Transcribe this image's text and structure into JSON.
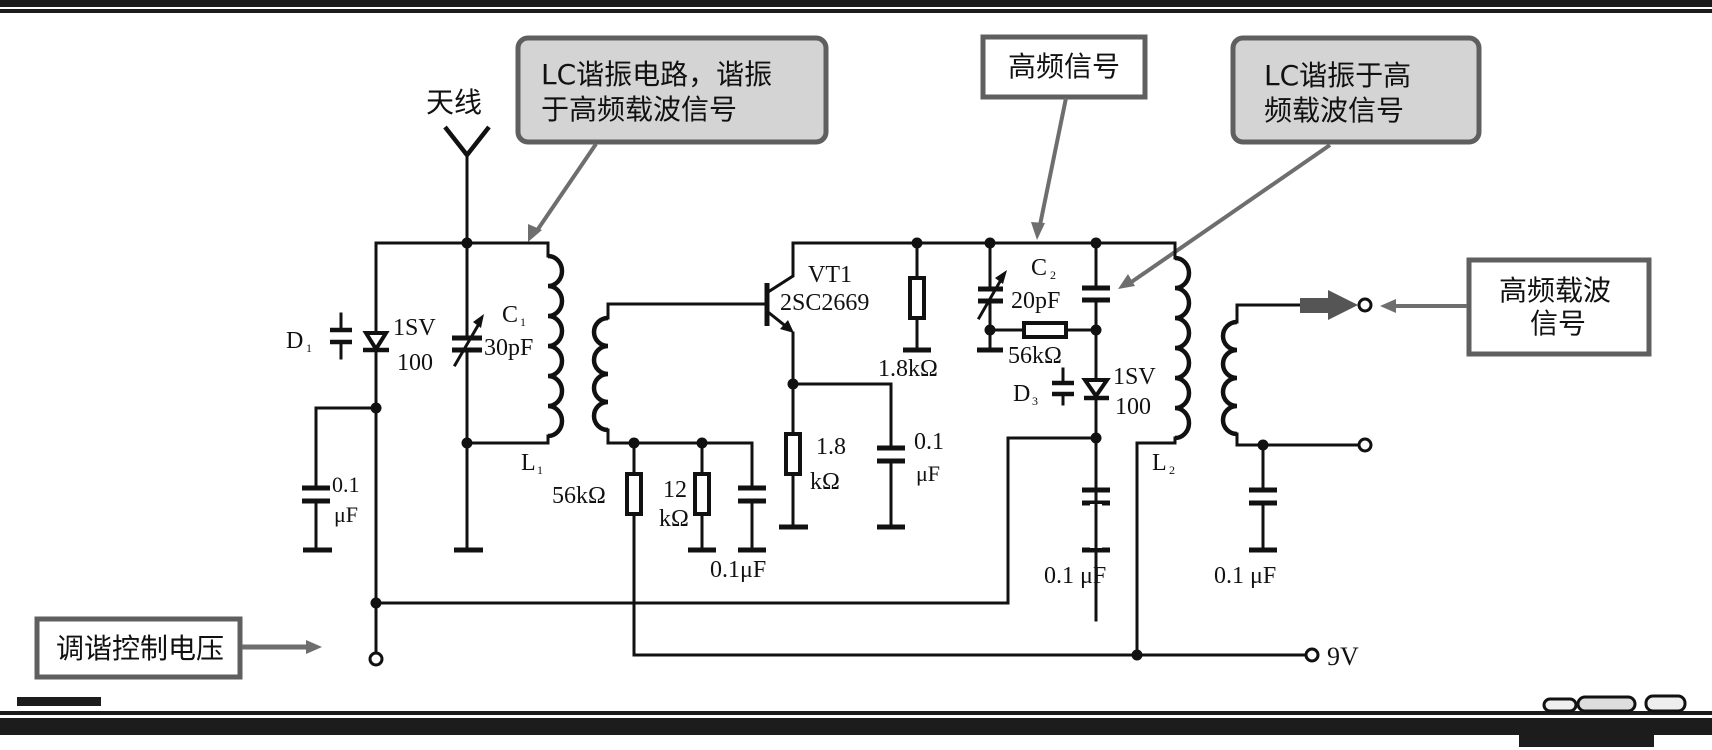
{
  "diagram": {
    "type": "circuit-schematic",
    "colors": {
      "ink": "#111111",
      "callout_border": "#5f5f5f",
      "callout_fill_gray": "#d4d4d4",
      "callout_fill_white": "#ffffff",
      "arrow": "#6e6e6e",
      "frame": "#1c1c1c"
    },
    "callouts": {
      "lc_resonant_1": {
        "lines": [
          "LC谐振电路，谐振",
          "于高频载波信号"
        ]
      },
      "hf_signal": {
        "lines": [
          "高频信号"
        ]
      },
      "lc_resonant_2": {
        "lines": [
          "LC谐振于高",
          "频载波信号"
        ]
      },
      "hf_carrier_out": {
        "lines": [
          "高频载波",
          "信号"
        ]
      },
      "tuning_voltage": {
        "lines": [
          "调谐控制电压"
        ]
      }
    },
    "labels": {
      "antenna": "天线",
      "d1": "D",
      "d1_sub": "1",
      "d1_part_1": "1SV",
      "d1_part_2": "100",
      "c1": "C",
      "c1_sub": "1",
      "c1_value": "30pF",
      "l1": "L",
      "l1_sub": "1",
      "cap_left_1": "0.1",
      "cap_left_2": "μF",
      "vt1_name": "VT1",
      "vt1_part": "2SC2669",
      "r_collector": "1.8kΩ",
      "r_emitter_1": "1.8",
      "r_emitter_2": "kΩ",
      "c_emitter_1": "0.1",
      "c_emitter_2": "μF",
      "r_base_56k": "56kΩ",
      "r_base_12k_1": "12",
      "r_base_12k_2": "kΩ",
      "c_base": "0.1μF",
      "c2": "C",
      "c2_sub": "2",
      "c2_value": "20pF",
      "r_56k_2": "56kΩ",
      "d3": "D",
      "d3_sub": "3",
      "d3_part_1": "1SV",
      "d3_part_2": "100",
      "l2": "L",
      "l2_sub": "2",
      "c_d3": "0.1 μF",
      "c_out": "0.1 μF",
      "supply": "9V"
    }
  }
}
